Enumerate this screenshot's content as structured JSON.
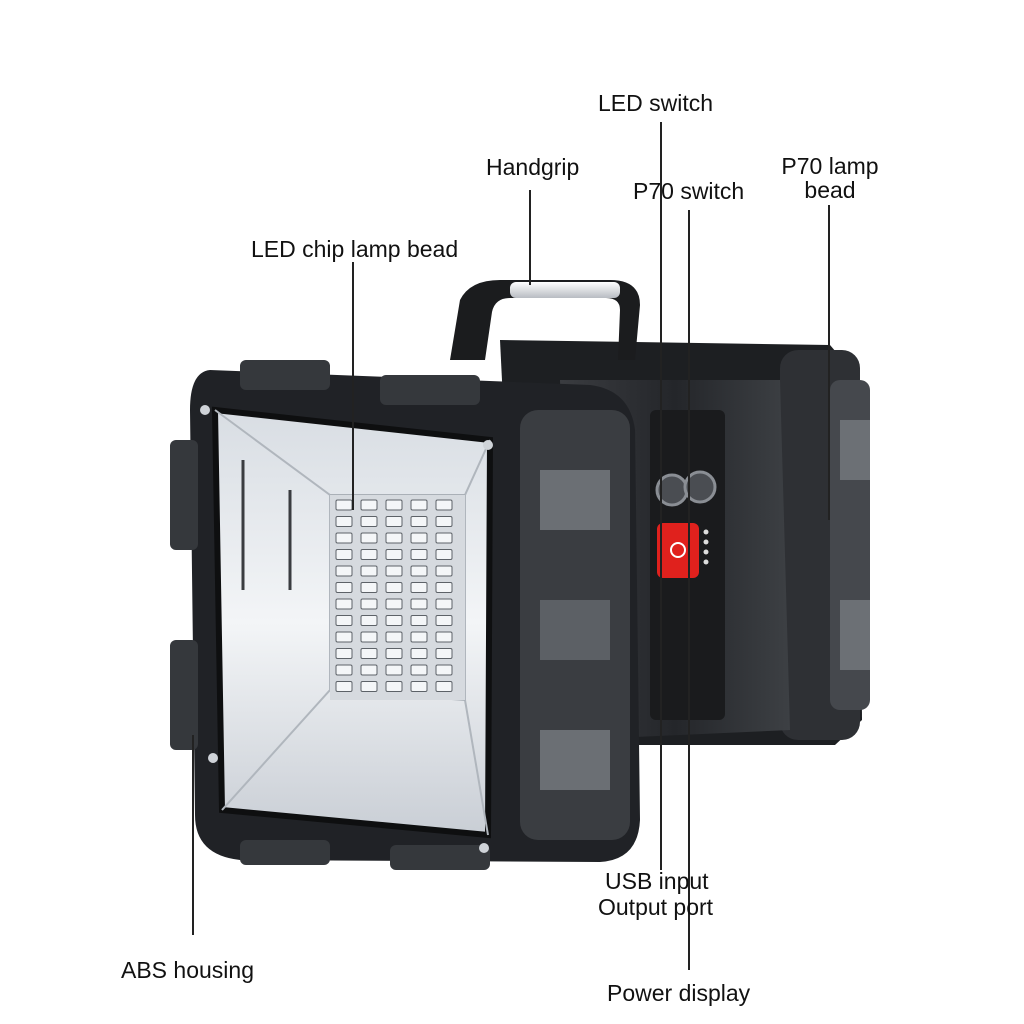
{
  "labels": {
    "led_switch": "LED switch",
    "handgrip": "Handgrip",
    "p70_lamp_bead_line1": "P70 lamp",
    "p70_lamp_bead_line2": "bead",
    "p70_switch": "P70 switch",
    "led_chip_lamp_bead": "LED chip lamp bead",
    "usb_input": "USB input",
    "output_port": "Output port",
    "abs_housing": "ABS housing",
    "power_display": "Power display"
  },
  "colors": {
    "housing": "#2b2d30",
    "housing_dark": "#141516",
    "housing_light": "#5a5d61",
    "display_red": "#e0211d",
    "led_white": "#f4f6f8",
    "leader_line": "#222222"
  },
  "icons": {
    "power_button": "power-display-icon"
  }
}
